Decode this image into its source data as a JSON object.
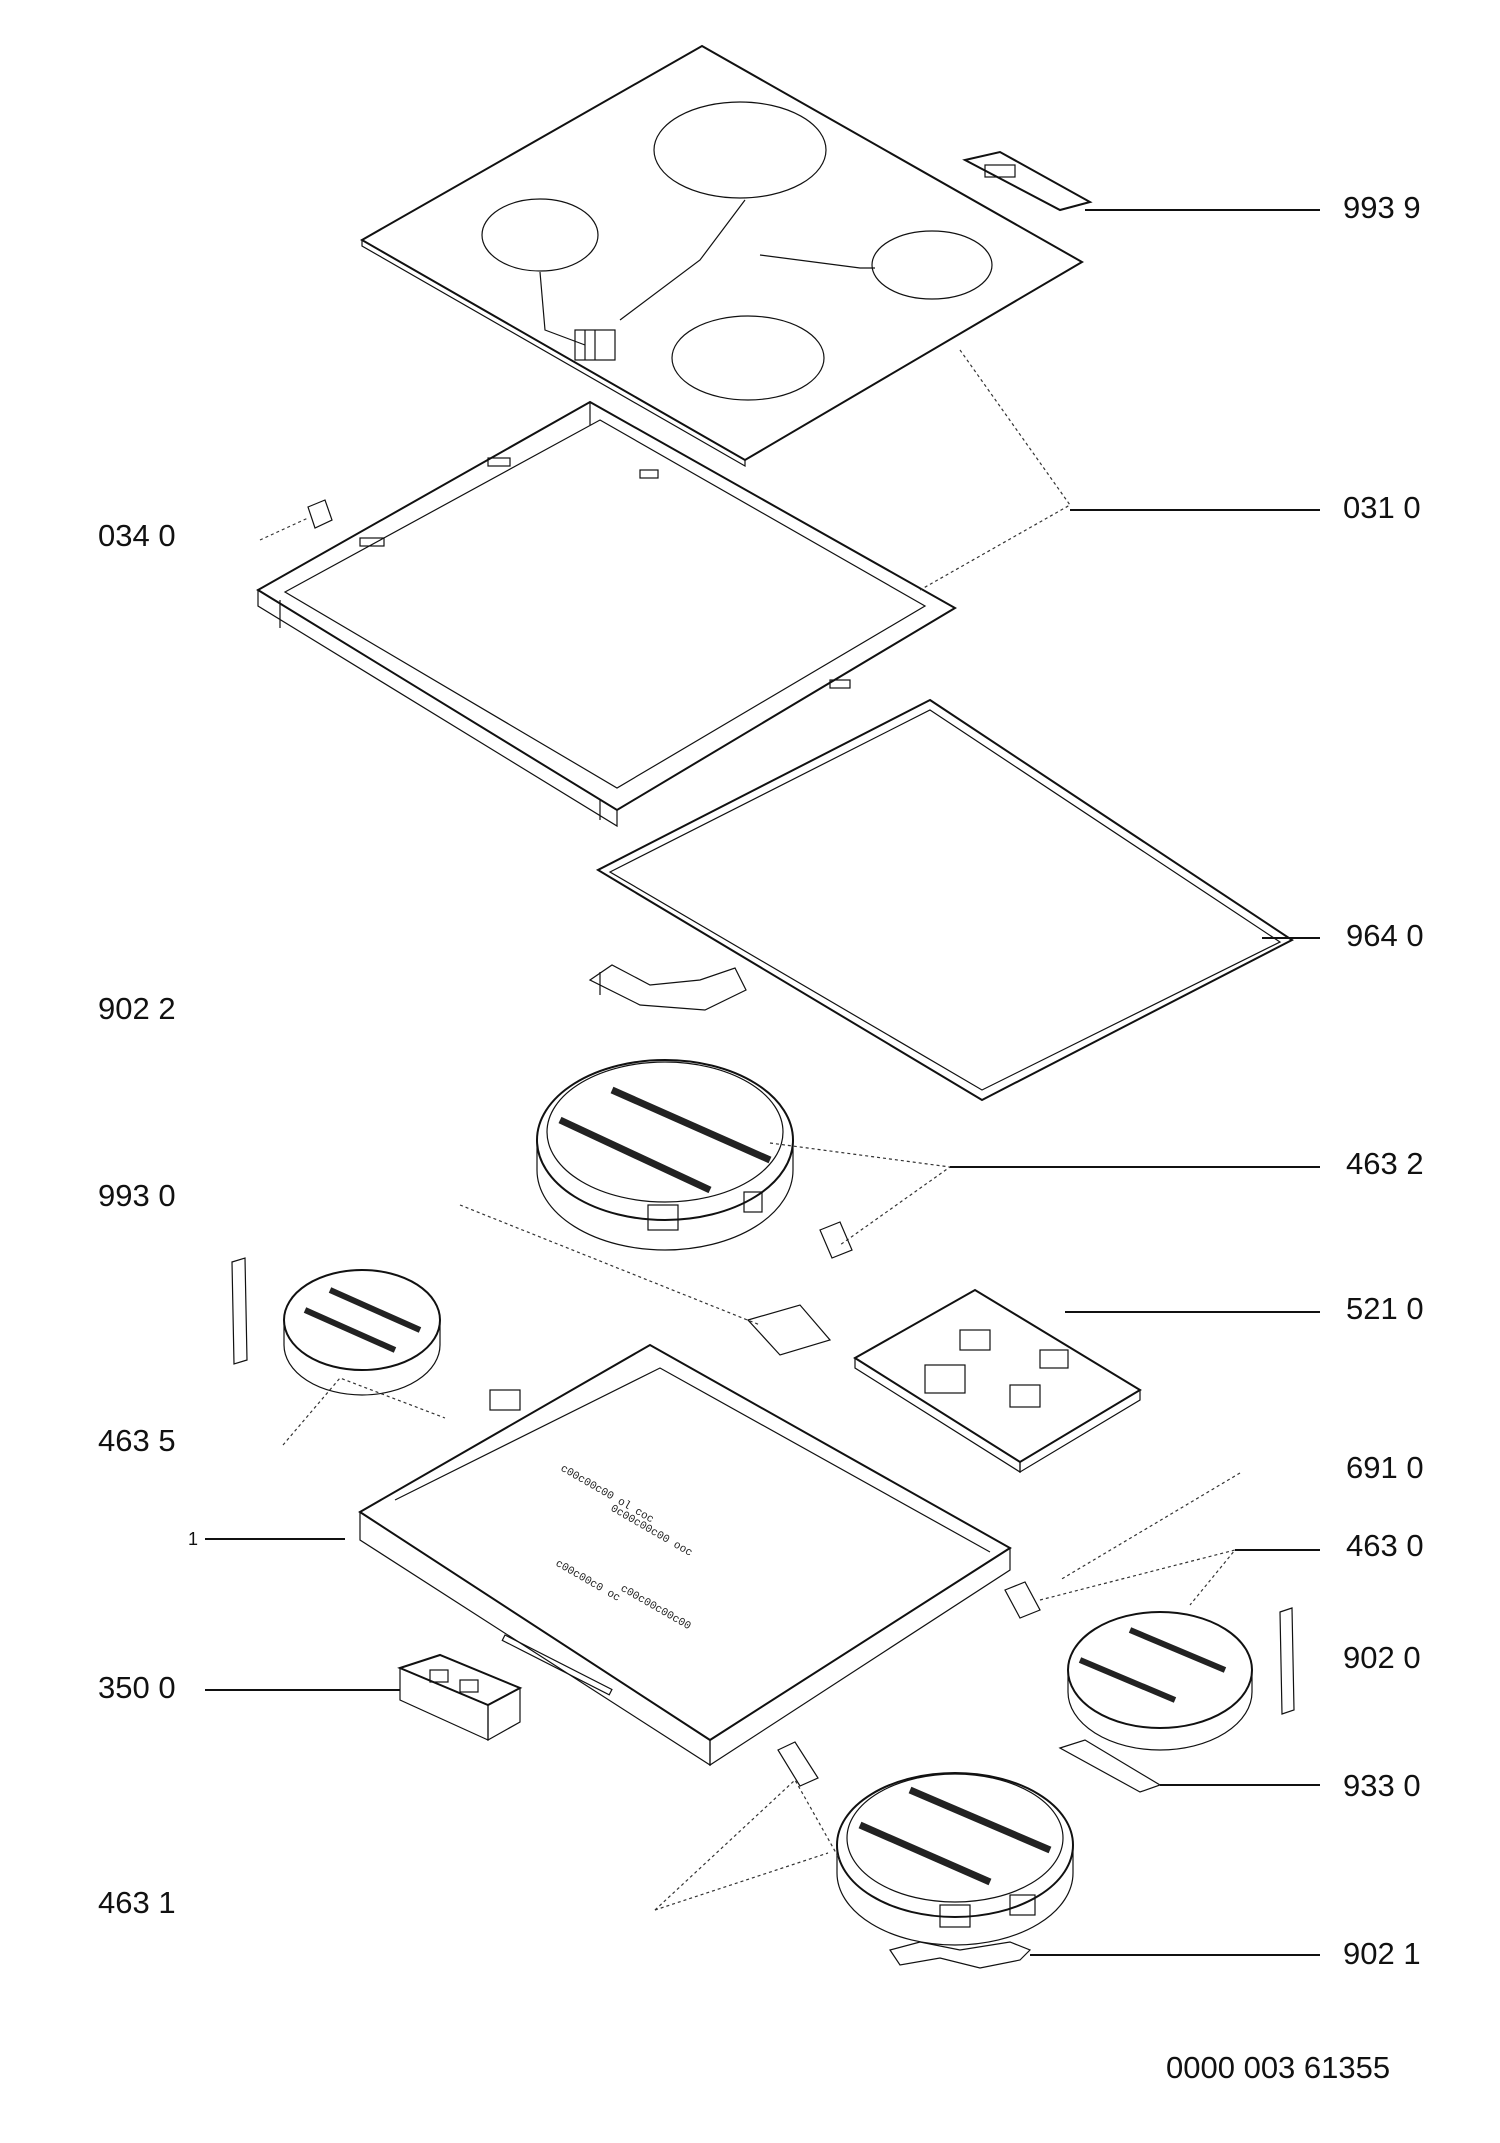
{
  "part_labels": {
    "p9939": "993 9",
    "p0310": "031 0",
    "p0340": "034 0",
    "p9640": "964 0",
    "p9022": "902 2",
    "p4632": "463 2",
    "p9930": "993 0",
    "p5210": "521 0",
    "p4635": "463 5",
    "p6910": "691 0",
    "p1": "1",
    "p4630": "463 0",
    "p9020": "902 0",
    "p3500": "350 0",
    "p9330": "933 0",
    "p4631": "463 1",
    "p9021": "902 1"
  },
  "document_number": "0000 003 61355"
}
